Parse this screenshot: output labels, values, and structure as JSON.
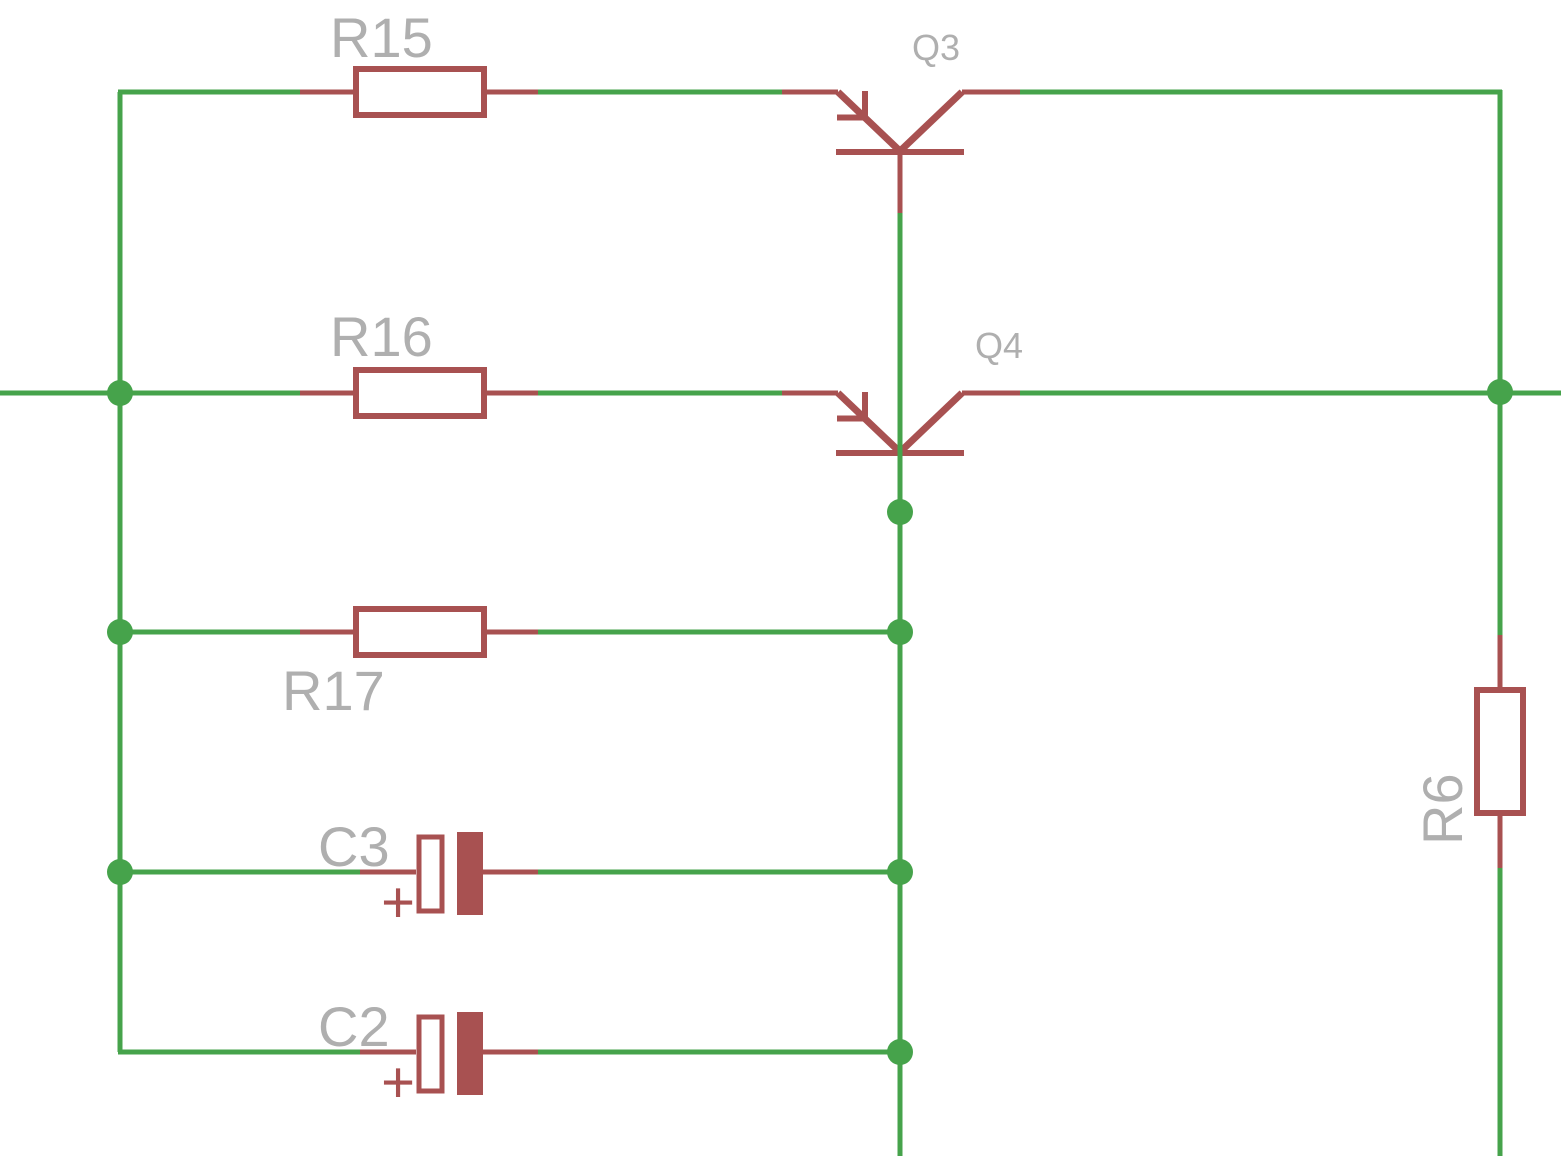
{
  "colors": {
    "wire": "#46a34b",
    "component": "#a85151",
    "label": "#afafaf",
    "canvas_bg": "#ffffff"
  },
  "schematic": {
    "components": [
      {
        "id": "R15",
        "label": "R15",
        "kind": "resistor"
      },
      {
        "id": "R16",
        "label": "R16",
        "kind": "resistor"
      },
      {
        "id": "R17",
        "label": "R17",
        "kind": "resistor"
      },
      {
        "id": "R6",
        "label": "R6",
        "kind": "resistor"
      },
      {
        "id": "C3",
        "label": "C3",
        "kind": "polarized-capacitor",
        "polarity_mark": "+"
      },
      {
        "id": "C2",
        "label": "C2",
        "kind": "polarized-capacitor",
        "polarity_mark": "+"
      },
      {
        "id": "Q3",
        "label": "Q3",
        "kind": "pnp-transistor"
      },
      {
        "id": "Q4",
        "label": "Q4",
        "kind": "pnp-transistor"
      }
    ]
  }
}
